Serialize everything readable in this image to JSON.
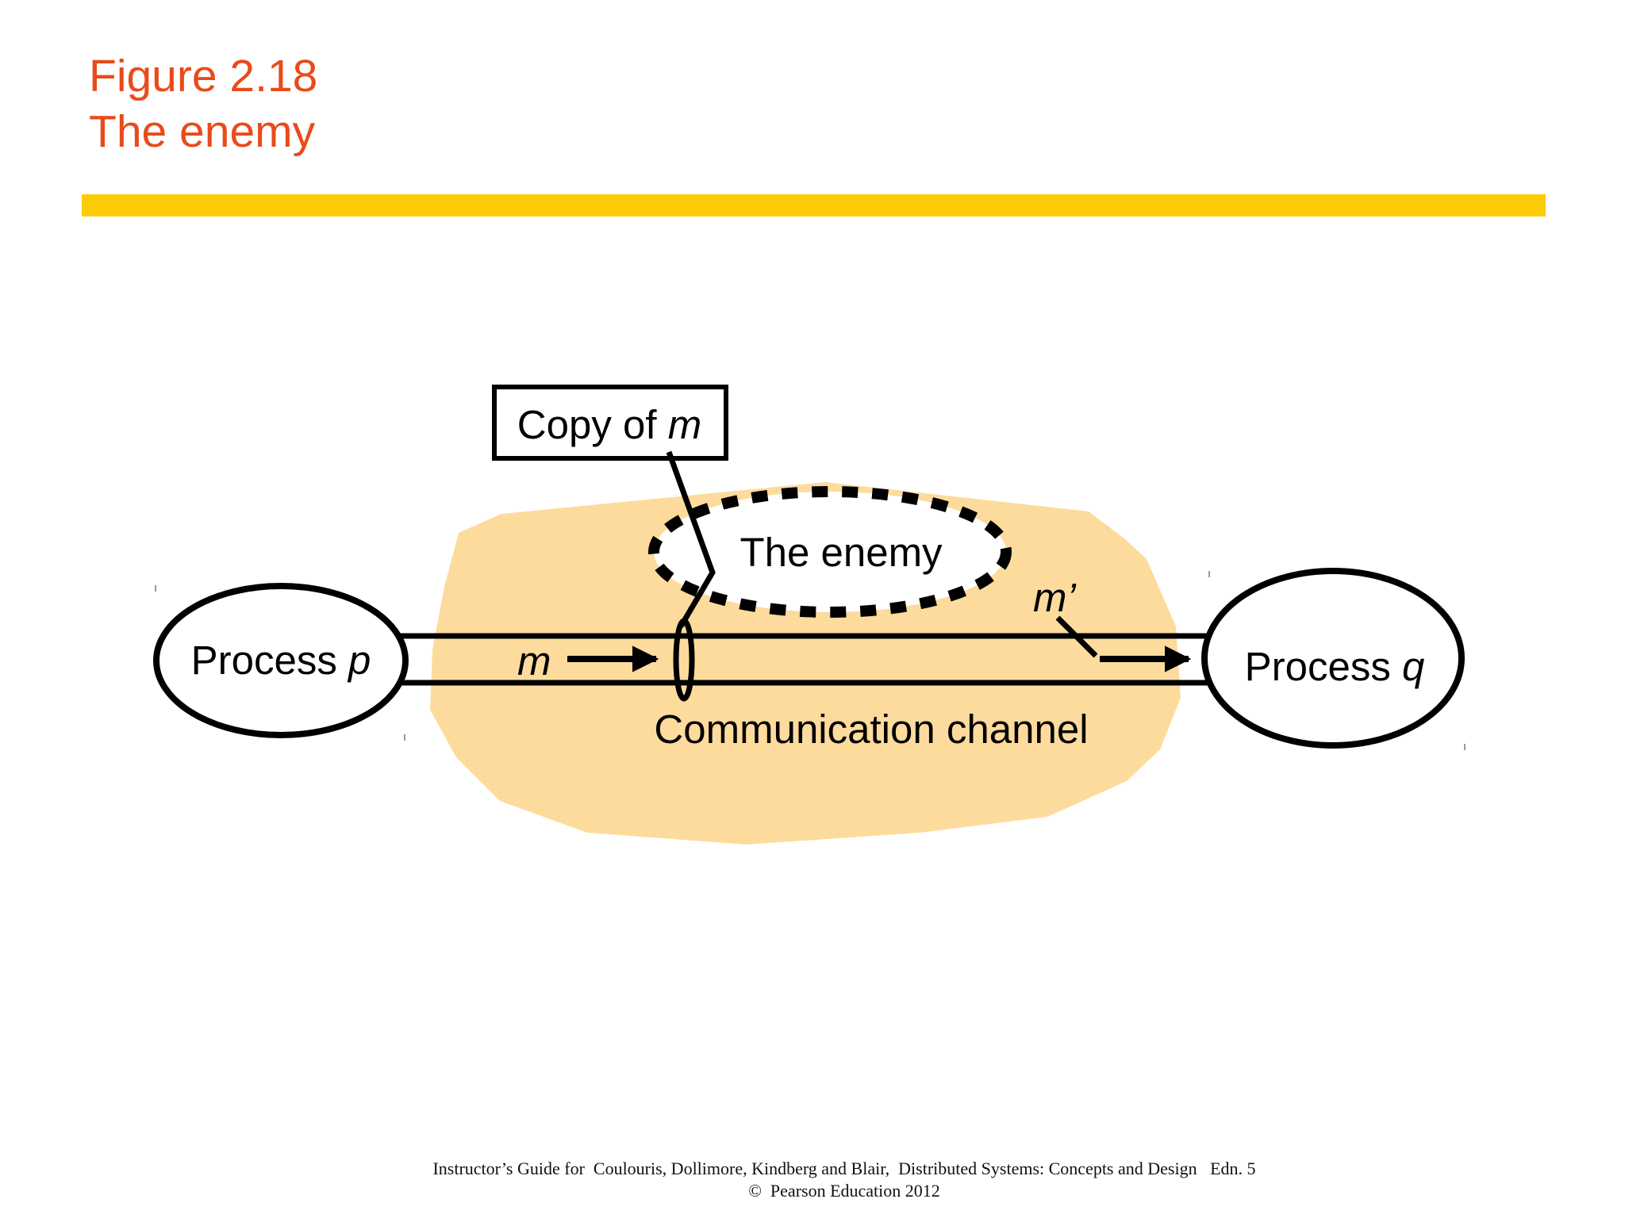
{
  "slide": {
    "title_line1": "Figure 2.18",
    "title_line2": "The enemy"
  },
  "diagram": {
    "process_p": {
      "label": "Process ",
      "var": "p"
    },
    "process_q": {
      "label": "Process ",
      "var": "q"
    },
    "copy_box": {
      "label": "Copy of ",
      "var": "m"
    },
    "enemy_label": "The enemy",
    "message_in": "m",
    "message_out": "m’",
    "channel_label": "Communication channel"
  },
  "footer": {
    "line1": "Instructor’s Guide for  Coulouris, Dollimore, Kindberg and Blair,  Distributed Systems: Concepts and Design   Edn. 5",
    "line2": "©  Pearson Education 2012"
  },
  "colors": {
    "title": "#ea4a1a",
    "rule": "#fdcc08",
    "enemy_region": "#fddb9c",
    "ink": "#000000"
  }
}
